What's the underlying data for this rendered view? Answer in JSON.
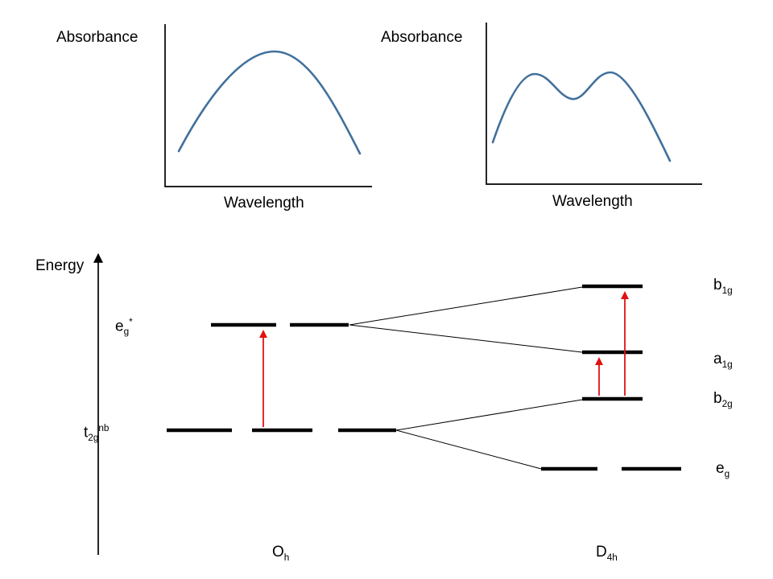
{
  "colors": {
    "background": "#FFFFFF",
    "curve_blue": "#41719C",
    "transition_arrow_red": "#E01212",
    "level_black": "#000000",
    "axis_black": "#000000"
  },
  "spectra": {
    "left": {
      "ylabel": "Absorbance",
      "xlabel": "Wavelength"
    },
    "right": {
      "ylabel": "Absorbance",
      "xlabel": "Wavelength"
    }
  },
  "energy_label": "Energy",
  "oh_levels": {
    "eg_star": {
      "base": "e",
      "sub": "g",
      "sup": "*"
    },
    "t2g_nb": {
      "base": "t",
      "sub": "2g",
      "sup": "nb"
    }
  },
  "d4h_levels": {
    "b1g": {
      "base": "b",
      "sub": "1g"
    },
    "a1g": {
      "base": "a",
      "sub": "1g"
    },
    "b2g": {
      "base": "b",
      "sub": "2g"
    },
    "eg": {
      "base": "e",
      "sub": "g"
    }
  },
  "group_labels": {
    "oh": {
      "base": "O",
      "sub": "h"
    },
    "d4h": {
      "base": "D",
      "sub": "4h"
    }
  },
  "chart_data": [
    {
      "type": "line",
      "title": "",
      "xlabel": "Wavelength",
      "ylabel": "Absorbance",
      "x_normalized": [
        0,
        0.1,
        0.2,
        0.3,
        0.4,
        0.5,
        0.6,
        0.7,
        0.8,
        0.9,
        1
      ],
      "y_normalized": [
        0.25,
        0.45,
        0.66,
        0.86,
        0.97,
        1.0,
        0.93,
        0.78,
        0.57,
        0.37,
        0.22
      ],
      "shape_note": "single broad absorption band",
      "grid": false,
      "axis_ticks": "none",
      "legend": "none"
    },
    {
      "type": "line",
      "title": "",
      "xlabel": "Wavelength",
      "ylabel": "Absorbance",
      "x_normalized": [
        0,
        0.08,
        0.17,
        0.25,
        0.33,
        0.42,
        0.5,
        0.58,
        0.67,
        0.75,
        0.83,
        0.92,
        1
      ],
      "y_normalized": [
        0.26,
        0.5,
        0.76,
        0.95,
        0.88,
        0.74,
        0.72,
        0.85,
        0.97,
        0.9,
        0.6,
        0.33,
        0.12
      ],
      "shape_note": "two overlapping absorption bands (split band)",
      "grid": false,
      "axis_ticks": "none",
      "legend": "none"
    }
  ]
}
